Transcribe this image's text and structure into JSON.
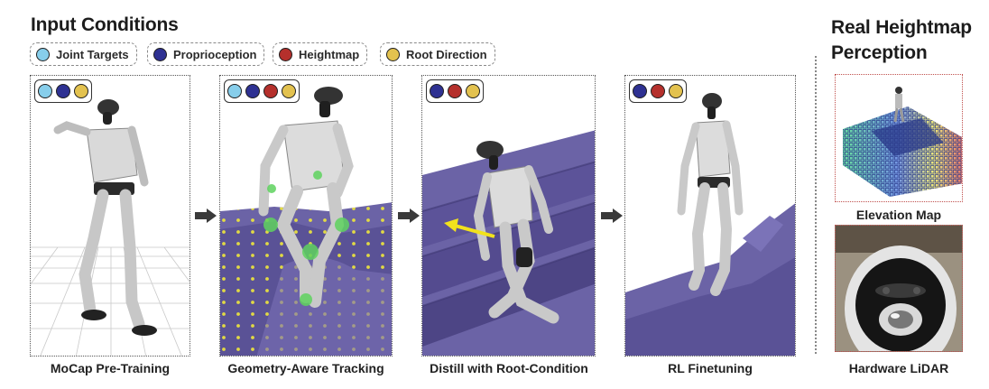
{
  "header": {
    "title": "Input Conditions",
    "right_title_line1": "Real Heightmap",
    "right_title_line2": "Perception"
  },
  "legend": [
    {
      "label": "Joint Targets",
      "color": "#87ceeb"
    },
    {
      "label": "Proprioception",
      "color": "#2e3192"
    },
    {
      "label": "Heightmap",
      "color": "#b5302c"
    },
    {
      "label": "Root Direction",
      "color": "#e3c24f"
    }
  ],
  "colors": {
    "joint_targets": "#87ceeb",
    "proprioception": "#2e3192",
    "heightmap": "#b5302c",
    "root_direction": "#e3c24f",
    "terrain": "#6b63a6",
    "dots": "#e8e040",
    "arrow": "#f2e21c",
    "stage_arrow": "#3a3a3a"
  },
  "stages": [
    {
      "caption": "MoCap Pre-Training",
      "inputs": [
        "joint_targets",
        "proprioception",
        "root_direction"
      ]
    },
    {
      "caption": "Geometry-Aware Tracking",
      "inputs": [
        "joint_targets",
        "proprioception",
        "heightmap",
        "root_direction"
      ]
    },
    {
      "caption": "Distill with Root-Condition",
      "inputs": [
        "proprioception",
        "heightmap",
        "root_direction"
      ]
    },
    {
      "caption": "RL Finetuning",
      "inputs": [
        "proprioception",
        "heightmap",
        "root_direction"
      ]
    }
  ],
  "perception": [
    {
      "caption": "Elevation Map"
    },
    {
      "caption": "Hardware LiDAR"
    }
  ],
  "icons": {
    "stage_arrow": "right-arrow-icon",
    "robot": "humanoid-robot-icon",
    "lidar": "lidar-sensor-icon"
  }
}
